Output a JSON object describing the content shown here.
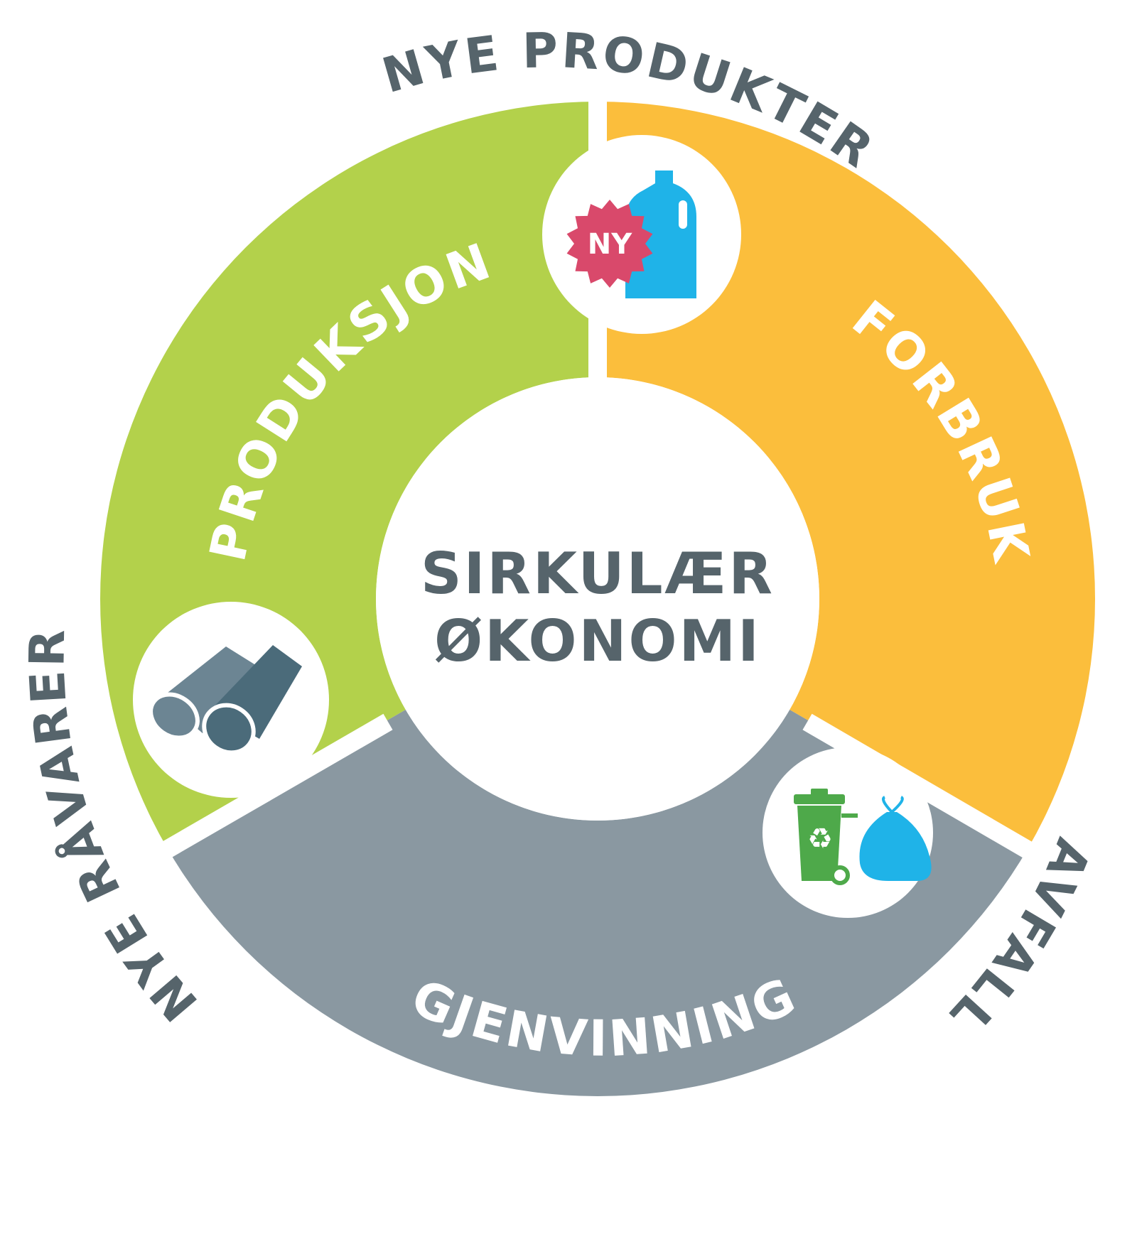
{
  "center": {
    "line1": "SIRKULÆR",
    "line2": "ØKONOMI"
  },
  "segments": [
    {
      "label": "PRODUKSJON",
      "color": "#b3d14b"
    },
    {
      "label": "FORBRUK",
      "color": "#fbbe3c"
    },
    {
      "label": "GJENVINNING",
      "color": "#8a98a1"
    }
  ],
  "outer_labels": {
    "top": "NYE PRODUKTER",
    "right": "AVFALL",
    "left": "NYE RÅVARER"
  },
  "nodes": {
    "new_product": {
      "icon": "bottle-icon",
      "badge_text": "NY",
      "badge_color": "#d9496b",
      "bottle_color": "#1fb3e8"
    },
    "waste": {
      "icon": "recycle-bin-icon",
      "bin_color": "#4ea94a",
      "bag_color": "#1fb3e8"
    },
    "raw_materials": {
      "icon": "pipes-icon",
      "colors": [
        "#6c8593",
        "#4b6b7a"
      ]
    }
  },
  "text_color": "#56646b"
}
